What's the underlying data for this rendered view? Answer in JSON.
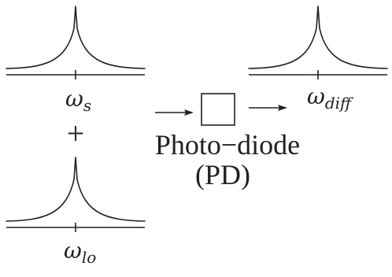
{
  "diagram": {
    "signal_spectrum": {
      "symbol": "ω",
      "subscript": "s"
    },
    "plus_sign": "+",
    "local_oscillator_spectrum": {
      "symbol": "ω",
      "subscript": "lo"
    },
    "output_spectrum": {
      "symbol": "ω",
      "subscript": "diff"
    },
    "detector": {
      "label_line1": "Photo−diode",
      "label_line2": "(PD)"
    }
  }
}
